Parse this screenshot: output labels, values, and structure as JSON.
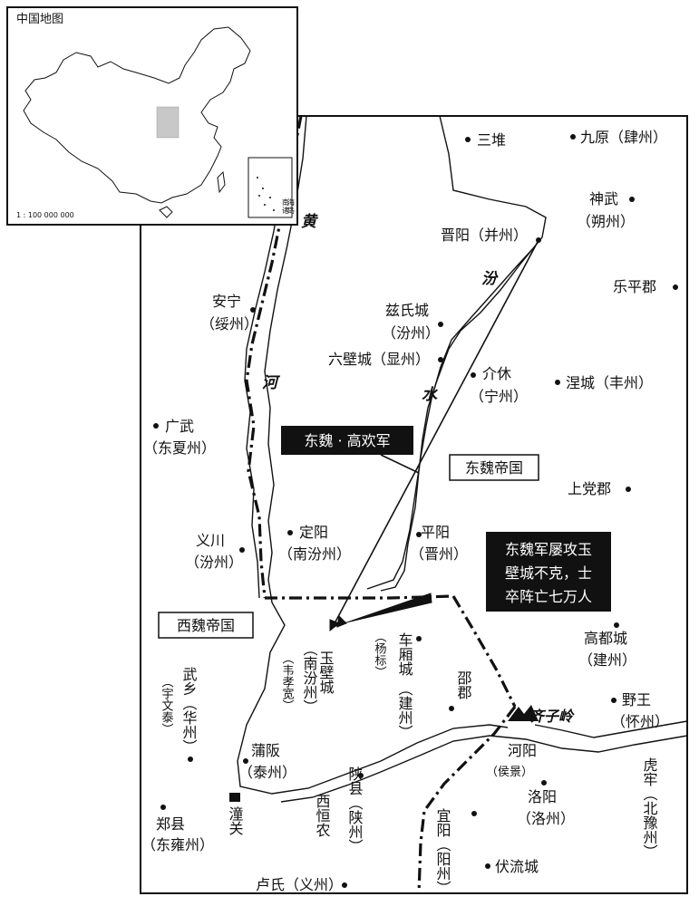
{
  "inset": {
    "title": "中国地图",
    "scale": "1 : 100 000 000",
    "south_sea": [
      "南",
      "海",
      "诸",
      "岛"
    ]
  },
  "rivers": {
    "huang": "黄",
    "he": "河",
    "fen": "汾",
    "shui": "水"
  },
  "states": {
    "east": "东魏帝国",
    "west": "西魏帝国"
  },
  "callouts": {
    "gaohuan": "东魏 · 高欢军",
    "note_lines": [
      "东魏军屡攻玉",
      "壁城不克，士",
      "卒阵亡七万人"
    ]
  },
  "places": {
    "sandui": "三堆",
    "jiuyuan": "九原（肆州）",
    "shenwu_1": "神武",
    "shenwu_2": "（朔州）",
    "jinyang": "晋阳（并州）",
    "lepingjun": "乐平郡",
    "anning_1": "安宁",
    "anning_2": "（绥州）",
    "zishi_1": "兹氏城",
    "zishi_2": "（汾州）",
    "liubi": "六壁城（显州）",
    "jiexiu_1": "介休",
    "jiexiu_2": "（宁州）",
    "niecheng": "涅城（丰州）",
    "guangwu_1": "广武",
    "guangwu_2": "（东夏州）",
    "shangdang": "上党郡",
    "dingyang_1": "定阳",
    "dingyang_2": "（南汾州）",
    "pingyang_1": "平阳",
    "pingyang_2": "（晋州）",
    "yichuan_1": "义川",
    "yichuan_2": "（汾州）",
    "gaodu_1": "高都城",
    "gaodu_2": "（建州）",
    "yubi_1": "玉壁城",
    "yubi_2": "（南汾州）",
    "weixiaokuan": "（韦孝宽）",
    "yangbiao": "（杨标）",
    "chexiang_1": "车厢城",
    "chexiang_2": "（建州）",
    "shaojun": "邵郡",
    "qiziling": "齐子岭",
    "yewang_1": "野王",
    "yewang_2": "（怀州）",
    "wuxiang": "武乡（华州）",
    "yuwentai": "（宇文泰）",
    "puban_1": "蒲阪",
    "puban_2": "（泰州）",
    "heyang": "河阳",
    "houjing": "（侯景）",
    "hulao": "虎牢（北豫州）",
    "shanxian": "陕县（陕州）",
    "luoyang_1": "洛阳",
    "luoyang_2": "（洛州）",
    "zhengxian_1": "郑县",
    "zhengxian_2": "（东雍州）",
    "tongguan": "潼关",
    "xiheng": "西恒农",
    "yiyang": "宜阳（阳州）",
    "fuliu": "伏流城",
    "lushi": "卢氏（义州）"
  }
}
